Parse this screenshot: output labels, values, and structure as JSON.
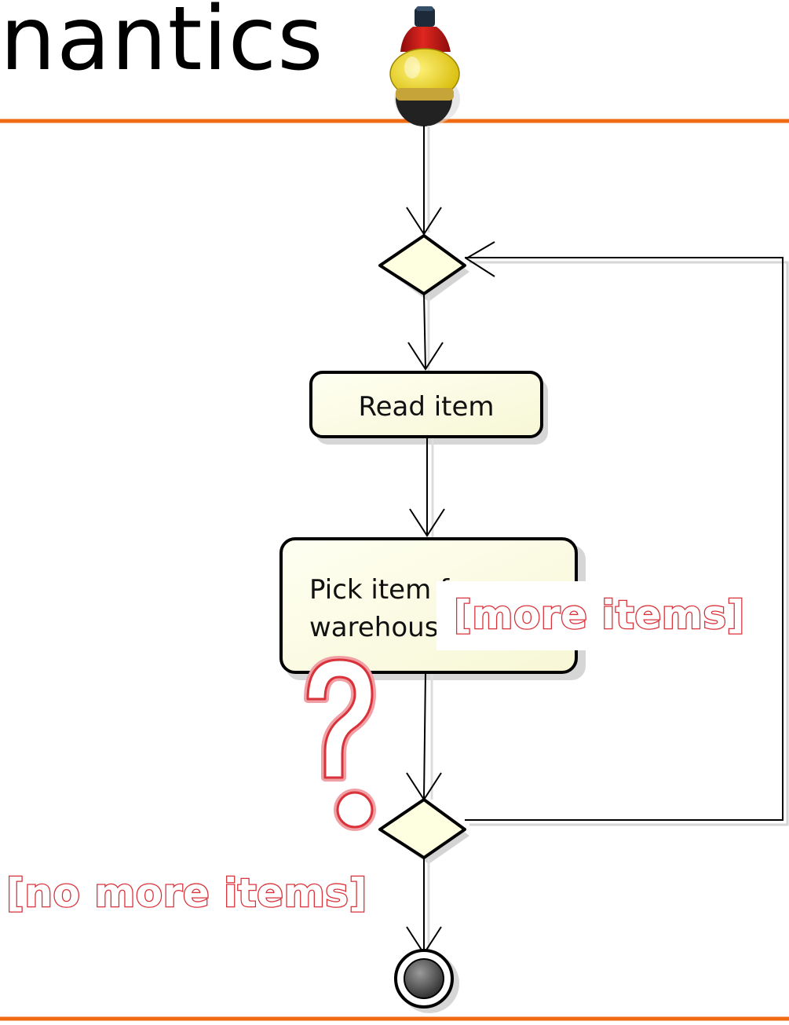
{
  "slide": {
    "title": "nantics",
    "accent_color": "#ef6a10"
  },
  "diagram": {
    "actions": {
      "read_item": "Read item",
      "pick_item_line1": "Pick item from",
      "pick_item_line2": "warehouse"
    },
    "guards": {
      "more_items": "[more items]",
      "no_more_items": "[no more items]"
    },
    "node_fill": "#fefee0",
    "guard_color": "#d9323a",
    "question_icon": "question-mark-icon",
    "start_decoration": "bottle-icon"
  }
}
